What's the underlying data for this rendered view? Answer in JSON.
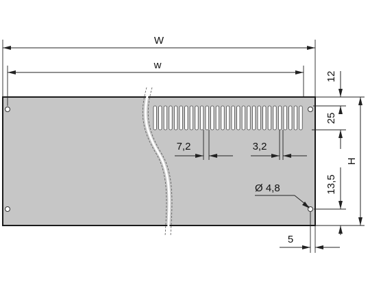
{
  "diagram": {
    "labels": {
      "W": "W",
      "w": "w",
      "d12": "12",
      "d25": "25",
      "H": "H",
      "d135": "13,5",
      "slot_pitch": "7,2",
      "slot_width": "3,2",
      "hole_dia": "Ø 4,8",
      "d5": "5"
    },
    "colors": {
      "panel": "#c6c6c6",
      "outline": "#1a1a1a",
      "background": "#ffffff"
    }
  }
}
